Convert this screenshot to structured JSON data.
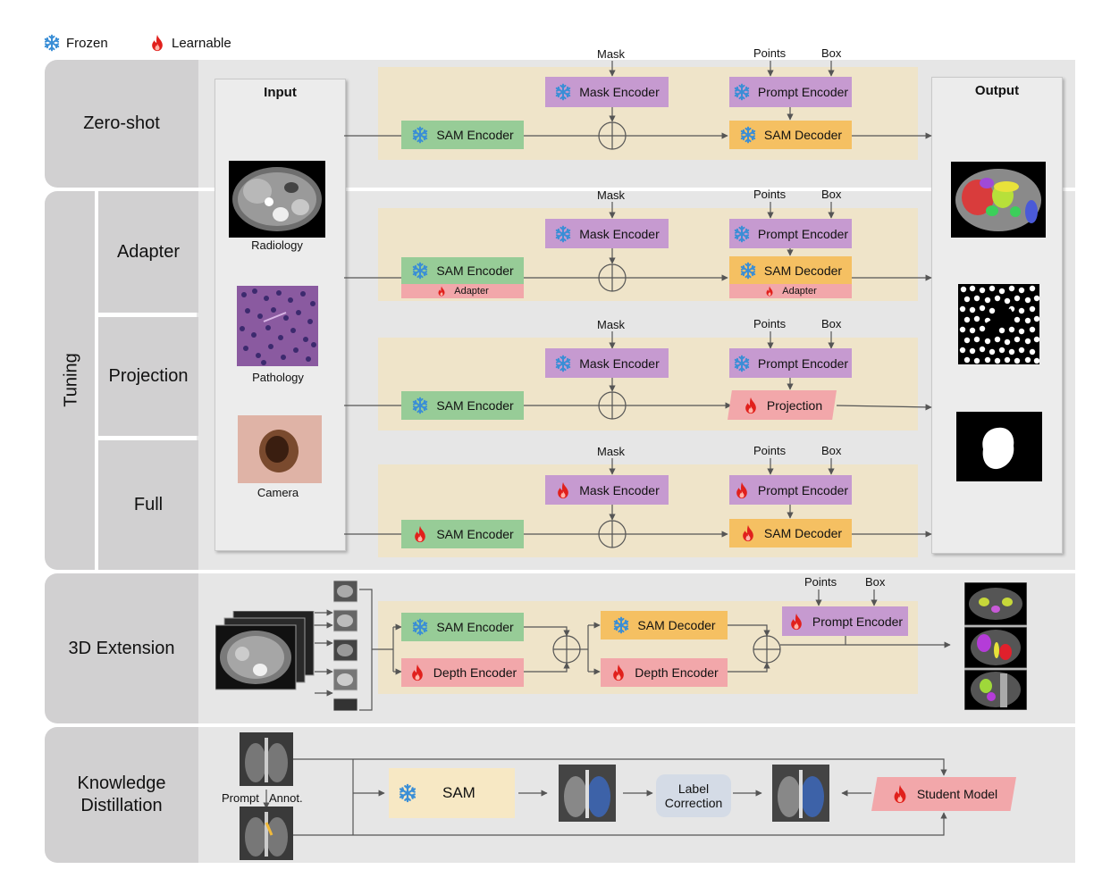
{
  "legend": {
    "frozen": "Frozen",
    "learnable": "Learnable"
  },
  "sections": {
    "zero_shot": "Zero-shot",
    "tuning": "Tuning",
    "adapter": "Adapter",
    "projection": "Projection",
    "full": "Full",
    "extension_3d": "3D Extension",
    "kd_line1": "Knowledge",
    "kd_line2": "Distillation"
  },
  "input": {
    "title": "Input",
    "radiology": "Radiology",
    "pathology": "Pathology",
    "camera": "Camera"
  },
  "output": {
    "title": "Output"
  },
  "labels": {
    "sam_encoder": "SAM Encoder",
    "mask_encoder": "Mask Encoder",
    "prompt_encoder": "Prompt Encoder",
    "sam_decoder": "SAM Decoder",
    "adapter": "Adapter",
    "projection": "Projection",
    "depth_encoder": "Depth Encoder",
    "mask": "Mask",
    "points": "Points",
    "box": "Box",
    "sam": "SAM",
    "label_correction_1": "Label",
    "label_correction_2": "Correction",
    "student_model": "Student Model",
    "prompt": "Prompt",
    "annot": "Annot."
  },
  "colors": {
    "frozen_box": "#97cc97",
    "prompt_box": "#c69ad0",
    "decoder_box": "#f5c062",
    "learnable_box": "#f2a7aa",
    "row_background": "#efe4c9",
    "snowflake": "#3a8ed6",
    "flame": "#e1201c"
  },
  "icons": {
    "frozen": "snowflake-icon",
    "learnable": "flame-icon"
  }
}
